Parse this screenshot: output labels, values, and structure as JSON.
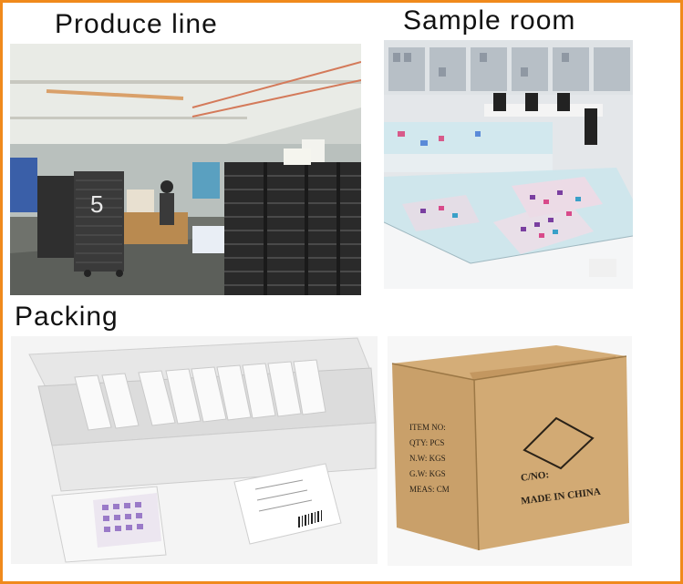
{
  "sections": {
    "produce_line": {
      "title": "Produce line"
    },
    "sample_room": {
      "title": "Sample room"
    },
    "packing": {
      "title": "Packing"
    }
  },
  "carton": {
    "marks": [
      "ITEM NO:",
      "QTY:",
      "N.W:",
      "G.W:",
      "MEAS:"
    ],
    "mark_values": [
      "PCS",
      "KGS",
      "KGS",
      "CM"
    ],
    "cno_label": "C/NO:",
    "origin_label": "MADE IN CHINA"
  },
  "factory": {
    "rack_number": "5"
  },
  "colors": {
    "border": "#f08a1c",
    "cardboard": "#c9a06a",
    "title_text": "#111111"
  }
}
